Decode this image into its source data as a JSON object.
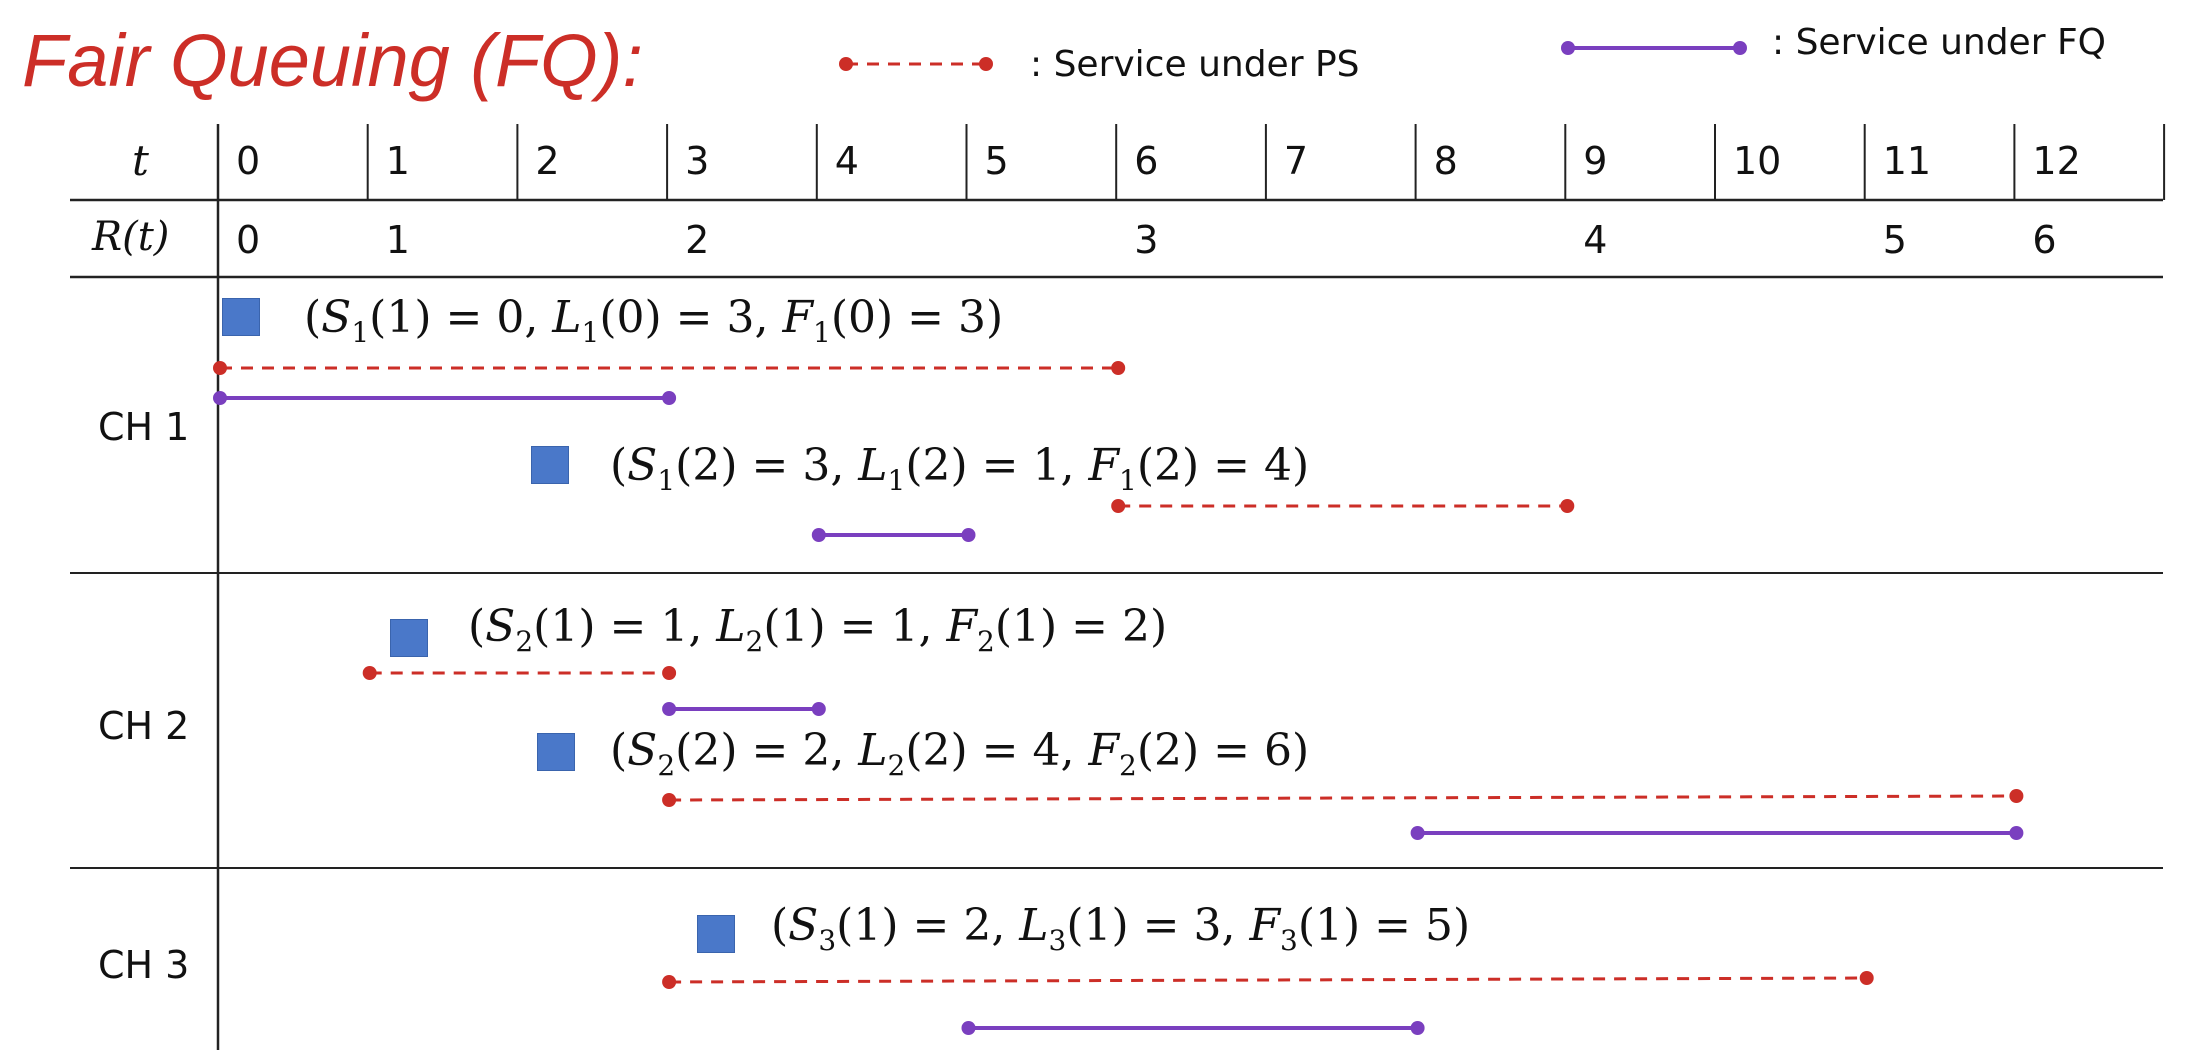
{
  "title": "Fair Queuing (FQ):",
  "legend": {
    "ps_label": ": Service under PS",
    "fq_label": ": Service under FQ",
    "ps_color": "#cc2e27",
    "fq_color": "#7a3fbf"
  },
  "header": {
    "t_label": "t",
    "r_label": "R(t)",
    "t_ticks": [
      "0",
      "1",
      "2",
      "3",
      "4",
      "5",
      "6",
      "7",
      "8",
      "9",
      "10",
      "11",
      "12"
    ],
    "r_values": [
      {
        "t": 0,
        "label": "0"
      },
      {
        "t": 1,
        "label": "1"
      },
      {
        "t": 3,
        "label": "2"
      },
      {
        "t": 6,
        "label": "3"
      },
      {
        "t": 9,
        "label": "4"
      },
      {
        "t": 11,
        "label": "5"
      },
      {
        "t": 12,
        "label": "6"
      }
    ]
  },
  "channels": [
    {
      "label": "CH 1",
      "packets": [
        {
          "ch": "1",
          "idx_s": "1",
          "idx_l": "0",
          "idx_f": "0",
          "S": "0",
          "L": "3",
          "F": "3",
          "ps_start": 0,
          "ps_end": 6,
          "fq_start": 0,
          "fq_end": 3,
          "arrival": 0
        },
        {
          "ch": "1",
          "idx_s": "2",
          "idx_l": "2",
          "idx_f": "2",
          "S": "3",
          "L": "1",
          "F": "4",
          "ps_start": 6,
          "ps_end": 9,
          "fq_start": 4,
          "fq_end": 5,
          "arrival": 2
        }
      ]
    },
    {
      "label": "CH 2",
      "packets": [
        {
          "ch": "2",
          "idx_s": "1",
          "idx_l": "1",
          "idx_f": "1",
          "S": "1",
          "L": "1",
          "F": "2",
          "ps_start": 1,
          "ps_end": 3,
          "fq_start": 3,
          "fq_end": 4,
          "arrival": 1
        },
        {
          "ch": "2",
          "idx_s": "2",
          "idx_l": "2",
          "idx_f": "2",
          "S": "2",
          "L": "4",
          "F": "6",
          "ps_start": 3,
          "ps_end": 12,
          "fq_start": 8,
          "fq_end": 12,
          "arrival": 2
        }
      ]
    },
    {
      "label": "CH 3",
      "packets": [
        {
          "ch": "3",
          "idx_s": "1",
          "idx_l": "1",
          "idx_f": "1",
          "S": "2",
          "L": "3",
          "F": "5",
          "ps_start": 3,
          "ps_end": 11,
          "fq_start": 5,
          "fq_end": 8,
          "arrival": 3
        }
      ]
    }
  ]
}
